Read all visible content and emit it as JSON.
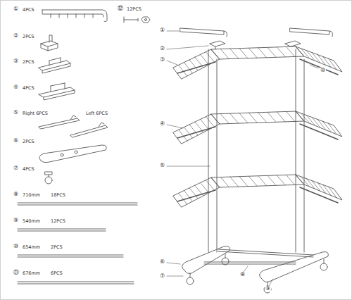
{
  "diagram": {
    "labels": [
      "①",
      "4PCS",
      "⑫",
      "12PCS",
      "②",
      "2PCS",
      "③",
      "2PCS",
      "④",
      "4PCS",
      "⑤",
      "Right 6PCS",
      "Left 6PCS",
      "⑥",
      "2PCS",
      "⑦",
      "4PCS",
      "⑧",
      "710mm",
      "18PCS",
      "⑨",
      "540mm",
      "12PCS",
      "⑩",
      "654mm",
      "2PCS",
      "⑪",
      "676mm",
      "6PCS",
      "①",
      "②",
      "③",
      "⑩",
      "④",
      "⑤",
      "⑥",
      "⑦",
      "⑧",
      "⑨"
    ]
  }
}
